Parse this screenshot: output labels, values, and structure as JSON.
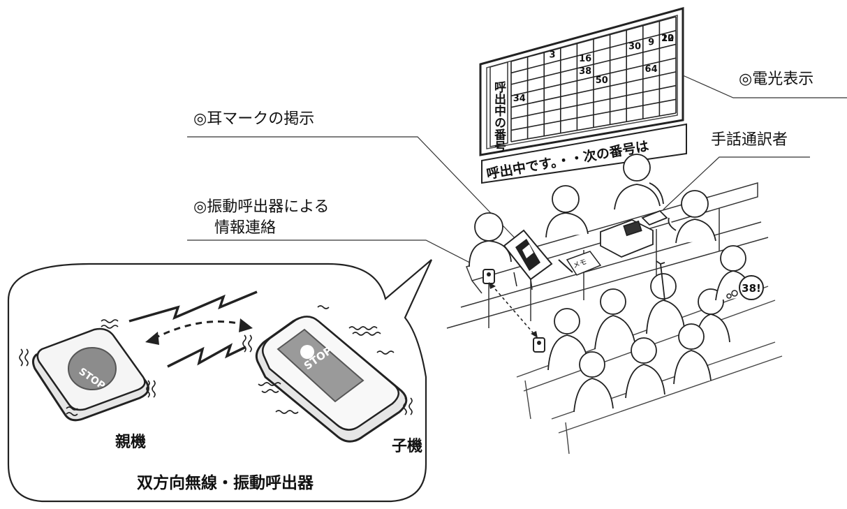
{
  "board": {
    "side_label": "呼出中の番号",
    "banner": "呼出中です。・・次の番号は",
    "numbers": [
      "3",
      "16",
      "30",
      "9",
      "10",
      "22",
      "38",
      "34",
      "50",
      "64"
    ]
  },
  "labels": {
    "display": "◎電光表示",
    "ear_mark": "◎耳マークの掲示",
    "sign_interpreter": "手話通訳者",
    "vibration_line1": "◎振動呼出器による",
    "vibration_line2": "情報連絡",
    "parent_unit": "親機",
    "child_unit": "子機",
    "device_title": "双方向無線・振動呼出器"
  },
  "devices": {
    "button_text": "STOP"
  },
  "memo_text": "メモ",
  "speech_bubble": "38!"
}
